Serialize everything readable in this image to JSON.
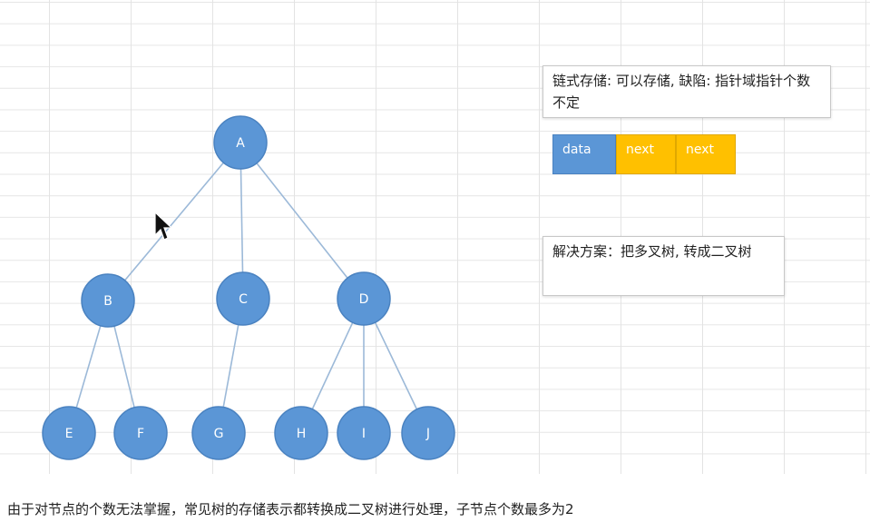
{
  "tree": {
    "nodes": [
      {
        "id": "A",
        "label": "A"
      },
      {
        "id": "B",
        "label": "B"
      },
      {
        "id": "C",
        "label": "C"
      },
      {
        "id": "D",
        "label": "D"
      },
      {
        "id": "E",
        "label": "E"
      },
      {
        "id": "F",
        "label": "F"
      },
      {
        "id": "G",
        "label": "G"
      },
      {
        "id": "H",
        "label": "H"
      },
      {
        "id": "I",
        "label": "I"
      },
      {
        "id": "J",
        "label": "J"
      }
    ],
    "edges": [
      [
        "A",
        "B"
      ],
      [
        "A",
        "C"
      ],
      [
        "A",
        "D"
      ],
      [
        "B",
        "E"
      ],
      [
        "B",
        "F"
      ],
      [
        "C",
        "G"
      ],
      [
        "D",
        "H"
      ],
      [
        "D",
        "I"
      ],
      [
        "D",
        "J"
      ]
    ]
  },
  "notes": {
    "linked_storage": "链式存储: 可以存储, 缺陷: 指针域指针个数不定",
    "solution": "解决方案：把多叉树, 转成二叉树"
  },
  "node_structure": {
    "data_label": "data",
    "next_labels": [
      "next",
      "next"
    ]
  },
  "caption": "由于对节点的个数无法掌握，常见树的存储表示都转换成二叉树进行处理，子节点个数最多为2"
}
